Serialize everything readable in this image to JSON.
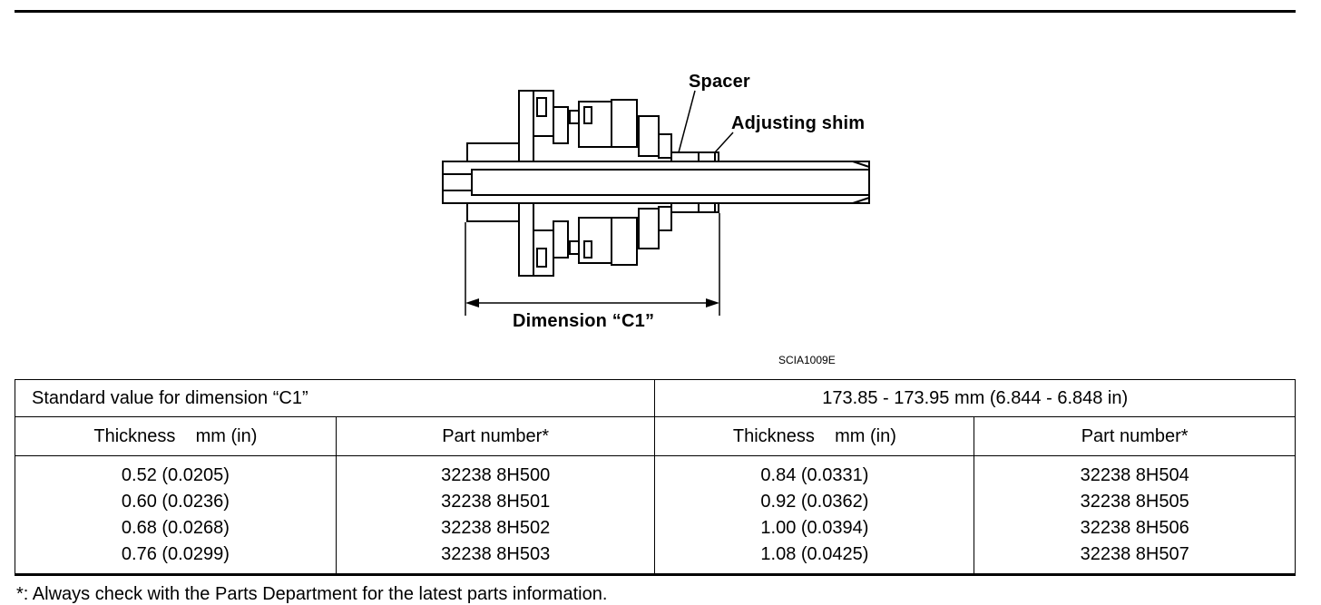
{
  "figure": {
    "callouts": {
      "spacer": "Spacer",
      "adjusting_shim": "Adjusting shim",
      "dimension": "Dimension “C1”"
    },
    "code": "SCIA1009E"
  },
  "table": {
    "standard_label": "Standard value for dimension “C1”",
    "standard_value": "173.85 - 173.95 mm (6.844 - 6.848 in)",
    "headers": [
      "Thickness    mm (in)",
      "Part number*",
      "Thickness    mm (in)",
      "Part number*"
    ],
    "columns": [
      [
        "0.52 (0.0205)",
        "0.60 (0.0236)",
        "0.68 (0.0268)",
        "0.76 (0.0299)"
      ],
      [
        "32238 8H500",
        "32238 8H501",
        "32238 8H502",
        "32238 8H503"
      ],
      [
        "0.84 (0.0331)",
        "0.92 (0.0362)",
        "1.00 (0.0394)",
        "1.08 (0.0425)"
      ],
      [
        "32238 8H504",
        "32238 8H505",
        "32238 8H506",
        "32238 8H507"
      ]
    ]
  },
  "footnote": "*: Always check with the Parts Department for the latest parts information."
}
